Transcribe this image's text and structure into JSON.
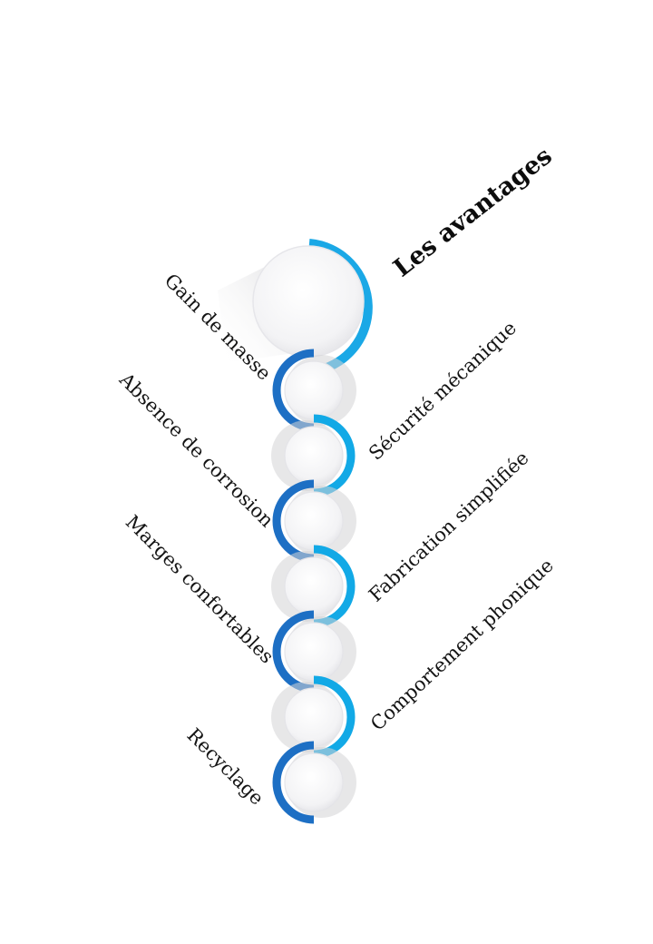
{
  "title": "Les avantages",
  "left_items": [
    "Gain de masse",
    "Absence de corrosion",
    "Marges confortables",
    "Recyclage"
  ],
  "right_items": [
    "Sécurité mécanique",
    "Fabrication simplifiée",
    "Comportement phonique"
  ],
  "colors": {
    "light_blue": "#12a9e6",
    "dark_blue": "#1d6fc4",
    "circle_fill": "#f4f4f6",
    "shadow": "#d3d3d6"
  }
}
